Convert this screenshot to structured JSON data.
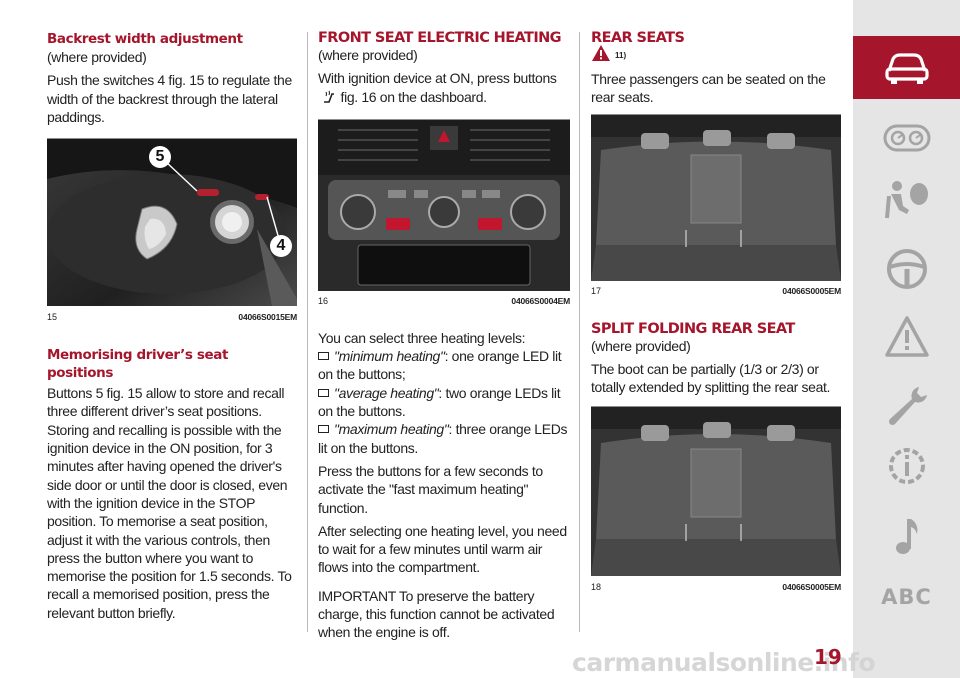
{
  "page": {
    "number": "19"
  },
  "watermark": "carmanualsonline.info",
  "colors": {
    "accent": "#a5152b",
    "sidebar_bg": "#e5e5e5",
    "sidebar_icon": "#a4a4a4",
    "led": "#c2162e"
  },
  "col1": {
    "title": "Backrest width adjustment",
    "where": "(where provided)",
    "body": "Push the switches 4 fig. 15 to regulate the width of the backrest through the lateral paddings.",
    "figure": {
      "number": "15",
      "code": "04066S0015EM",
      "callouts": [
        "5",
        "4"
      ]
    },
    "title2": "Memorising driver’s seat positions",
    "body2": "Buttons 5 fig. 15 allow to store and recall three different driver’s seat positions. Storing and recalling is possible with the ignition device in the ON position, for 3 minutes after having opened the driver's side door or until the door is closed, even with the ignition device in the STOP position. To memorise a seat position, adjust it with the various controls, then press the button where you want to memorise the position for 1.5 seconds. To recall a memorised position, press the relevant button briefly."
  },
  "col2": {
    "heading": "FRONT SEAT ELECTRIC HEATING",
    "where": "(where provided)",
    "body_before_icon": "With ignition device at ON, press buttons",
    "body_after_icon": "fig. 16 on the dashboard.",
    "figure": {
      "number": "16",
      "code": "04066S0004EM"
    },
    "levels_intro": "You can select three heating levels:",
    "levels": [
      {
        "quote": "\"minimum heating\"",
        "rest": ": one orange LED lit on the buttons;"
      },
      {
        "quote": "\"average heating\"",
        "rest": ": two orange LEDs lit on the buttons."
      },
      {
        "quote": "\"maximum heating\"",
        "rest": ": three orange LEDs lit on the buttons."
      }
    ],
    "body_press": "Press the buttons for a few seconds to activate the \"fast maximum heating\" function.",
    "body_wait": "After selecting one heating level, you need to wait for a few minutes until warm air flows into the compartment.",
    "important": "IMPORTANT To preserve the battery charge, this function cannot be activated when the engine is off."
  },
  "col3": {
    "heading": "REAR SEATS",
    "warning_ref": "11)",
    "body": "Three passengers can be seated on the rear seats.",
    "figure": {
      "number": "17",
      "code": "04066S0005EM"
    },
    "heading2": "SPLIT FOLDING REAR SEAT",
    "where2": "(where provided)",
    "body2": "The boot can be partially (1/3 or 2/3) or totally extended by splitting the rear seat.",
    "figure2": {
      "number": "18",
      "code": "04066S0005EM"
    }
  },
  "sidebar": {
    "items": [
      {
        "icon": "car-icon",
        "active": true
      },
      {
        "icon": "instrument-panel-icon",
        "active": false
      },
      {
        "icon": "airbag-passenger-icon",
        "active": false
      },
      {
        "icon": "steering-wheel-icon",
        "active": false
      },
      {
        "icon": "warning-triangle-icon",
        "active": false
      },
      {
        "icon": "wrench-icon",
        "active": false
      },
      {
        "icon": "technical-data-icon",
        "active": false
      },
      {
        "icon": "music-note-icon",
        "active": false
      }
    ],
    "abc_label": "ABC"
  }
}
